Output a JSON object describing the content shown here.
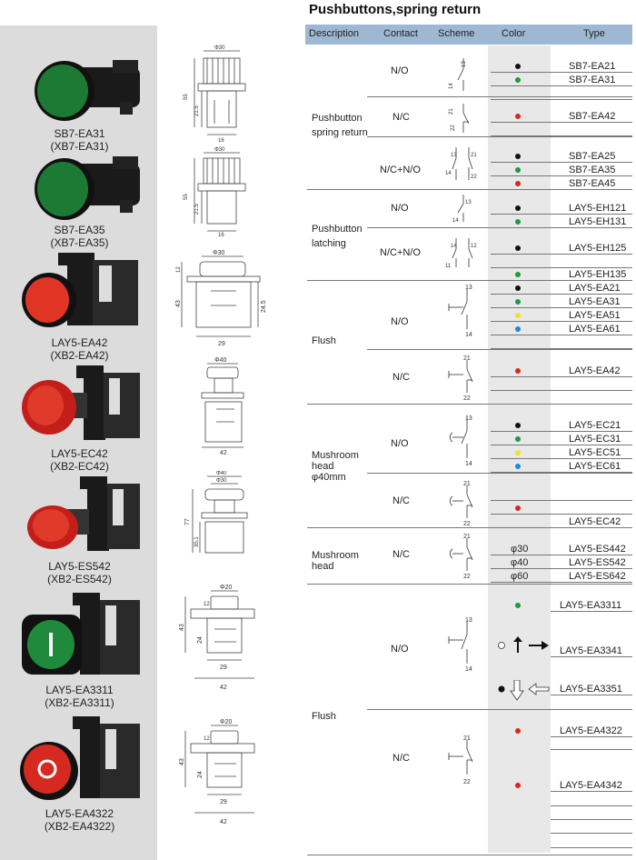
{
  "page": {
    "title": "Pushbuttons,spring return"
  },
  "headers": {
    "description": "Description",
    "contact": "Contact",
    "scheme": "Scheme",
    "color": "Color",
    "type": "Type"
  },
  "products": [
    {
      "name": "SB7-EA31",
      "alt": "(XB7-EA31)"
    },
    {
      "name": "SB7-EA35",
      "alt": "(XB7-EA35)"
    },
    {
      "name": "LAY5-EA42",
      "alt": "(XB2-EA42)"
    },
    {
      "name": "LAY5-EC42",
      "alt": "(XB2-EC42)"
    },
    {
      "name": "LAY5-ES542",
      "alt": "(XB2-ES542)"
    },
    {
      "name": "LAY5-EA3311",
      "alt": "(XB2-EA3311)"
    },
    {
      "name": "LAY5-EA4322",
      "alt": "(XB2-EA4322)"
    }
  ],
  "descriptions": {
    "spring_return_1": "Pushbutton",
    "spring_return_2": "spring return",
    "latching_1": "Pushbutton",
    "latching_2": "latching",
    "flush": "Flush",
    "mushroom40_1": "Mushroom",
    "mushroom40_2": "head",
    "mushroom40_3": "φ40mm",
    "mushroom_1": "Mushroom",
    "mushroom_2": "head",
    "flush2": "Flush"
  },
  "contacts": {
    "no": "N/O",
    "nc": "N/C",
    "nc_no": "N/C+N/O"
  },
  "scheme_numbers": {
    "n13": "13",
    "n14": "14",
    "n21": "21",
    "n22": "22",
    "n11": "11",
    "n12": "12"
  },
  "types": {
    "sb7_ea21": "SB7-EA21",
    "sb7_ea31": "SB7-EA31",
    "sb7_ea42": "SB7-EA42",
    "sb7_ea25": "SB7-EA25",
    "sb7_ea35": "SB7-EA35",
    "sb7_ea45": "SB7-EA45",
    "eh121": "LAY5-EH121",
    "eh131": "LAY5-EH131",
    "eh125": "LAY5-EH125",
    "eh135": "LAY5-EH135",
    "ea21": "LAY5-EA21",
    "ea31": "LAY5-EA31",
    "ea51": "LAY5-EA51",
    "ea61": "LAY5-EA61",
    "ea42": "LAY5-EA42",
    "ec21": "LAY5-EC21",
    "ec31": "LAY5-EC31",
    "ec51": "LAY5-EC51",
    "ec61": "LAY5-EC61",
    "ec42": "LAY5-EC42",
    "es442": "LAY5-ES442",
    "es542": "LAY5-ES542",
    "es642": "LAY5-ES642",
    "ea3311": "LAY5-EA3311",
    "ea3341": "LAY5-EA3341",
    "ea3351": "LAY5-EA3351",
    "ea4322": "LAY5-EA4322",
    "ea4342": "LAY5-EA4342"
  },
  "diameters": {
    "d30": "φ30",
    "d40": "φ40",
    "d60": "φ60"
  },
  "dims": {
    "d30": "Φ30",
    "d40": "Φ40",
    "d20": "Φ20",
    "d16": "16",
    "d55": "55",
    "d215": "21.5",
    "d12": "12",
    "d43": "43",
    "d245": "24.5",
    "d29": "29",
    "d42": "42",
    "d77": "77",
    "d351": "35.1",
    "d24": "24"
  },
  "colors": {
    "black": "#111111",
    "green": "#1e9a3a",
    "red": "#d62a20",
    "yellow": "#f2e21b",
    "blue": "#1e88d9",
    "header": "#9eb8d3"
  }
}
